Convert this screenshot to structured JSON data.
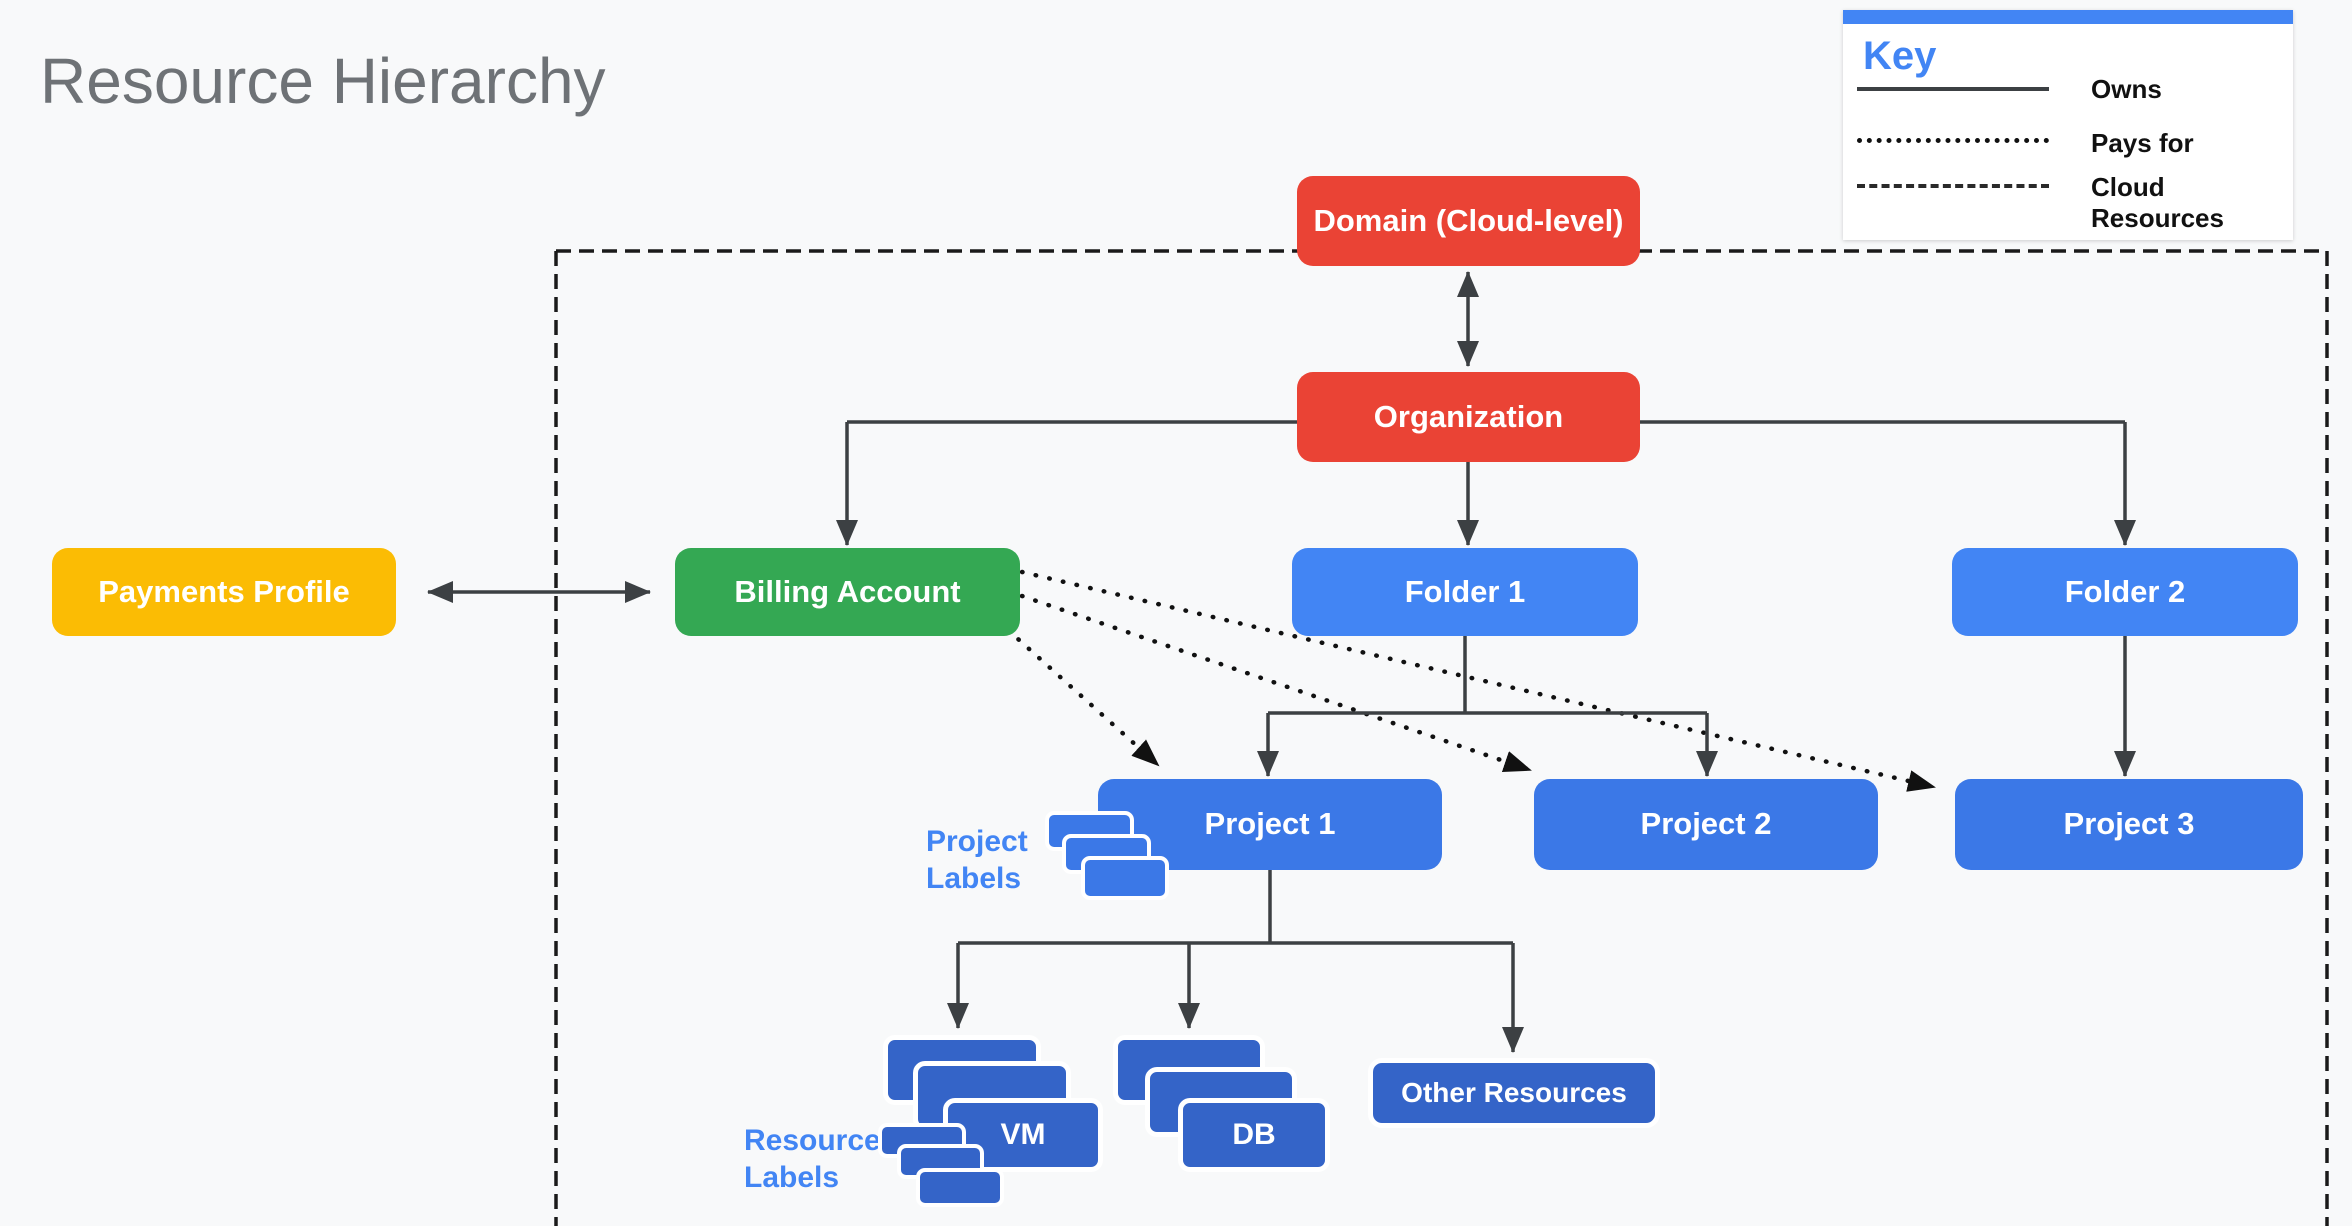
{
  "title": "Resource Hierarchy",
  "legend": {
    "title": "Key",
    "items": [
      {
        "style": "solid",
        "label": "Owns"
      },
      {
        "style": "dotted",
        "label": "Pays for"
      },
      {
        "style": "dashed",
        "label": "Cloud Resources"
      }
    ]
  },
  "nodes": {
    "domain": {
      "label": "Domain (Cloud-level)"
    },
    "organization": {
      "label": "Organization"
    },
    "payments": {
      "label": "Payments Profile"
    },
    "billing": {
      "label": "Billing Account"
    },
    "folder1": {
      "label": "Folder 1"
    },
    "folder2": {
      "label": "Folder 2"
    },
    "project1": {
      "label": "Project 1"
    },
    "project2": {
      "label": "Project 2"
    },
    "project3": {
      "label": "Project 3"
    },
    "vm": {
      "label": "VM"
    },
    "db": {
      "label": "DB"
    },
    "other": {
      "label": "Other Resources"
    }
  },
  "annotations": {
    "project_labels": {
      "line1": "Project",
      "line2": "Labels"
    },
    "resource_labels": {
      "line1": "Resource",
      "line2": "Labels"
    }
  },
  "colors": {
    "background": "#F8F9FA",
    "red": "#EA4335",
    "yellow": "#FBBC04",
    "green": "#34A853",
    "folder_blue": "#4285F4",
    "project_blue": "#3B78E7",
    "resource_blue": "#3464C8",
    "annotation_blue": "#4285F4",
    "connector_gray": "#3C4043",
    "line_black": "#111111",
    "title_gray": "#6E7276",
    "legend_header_blue": "#4285F4"
  }
}
